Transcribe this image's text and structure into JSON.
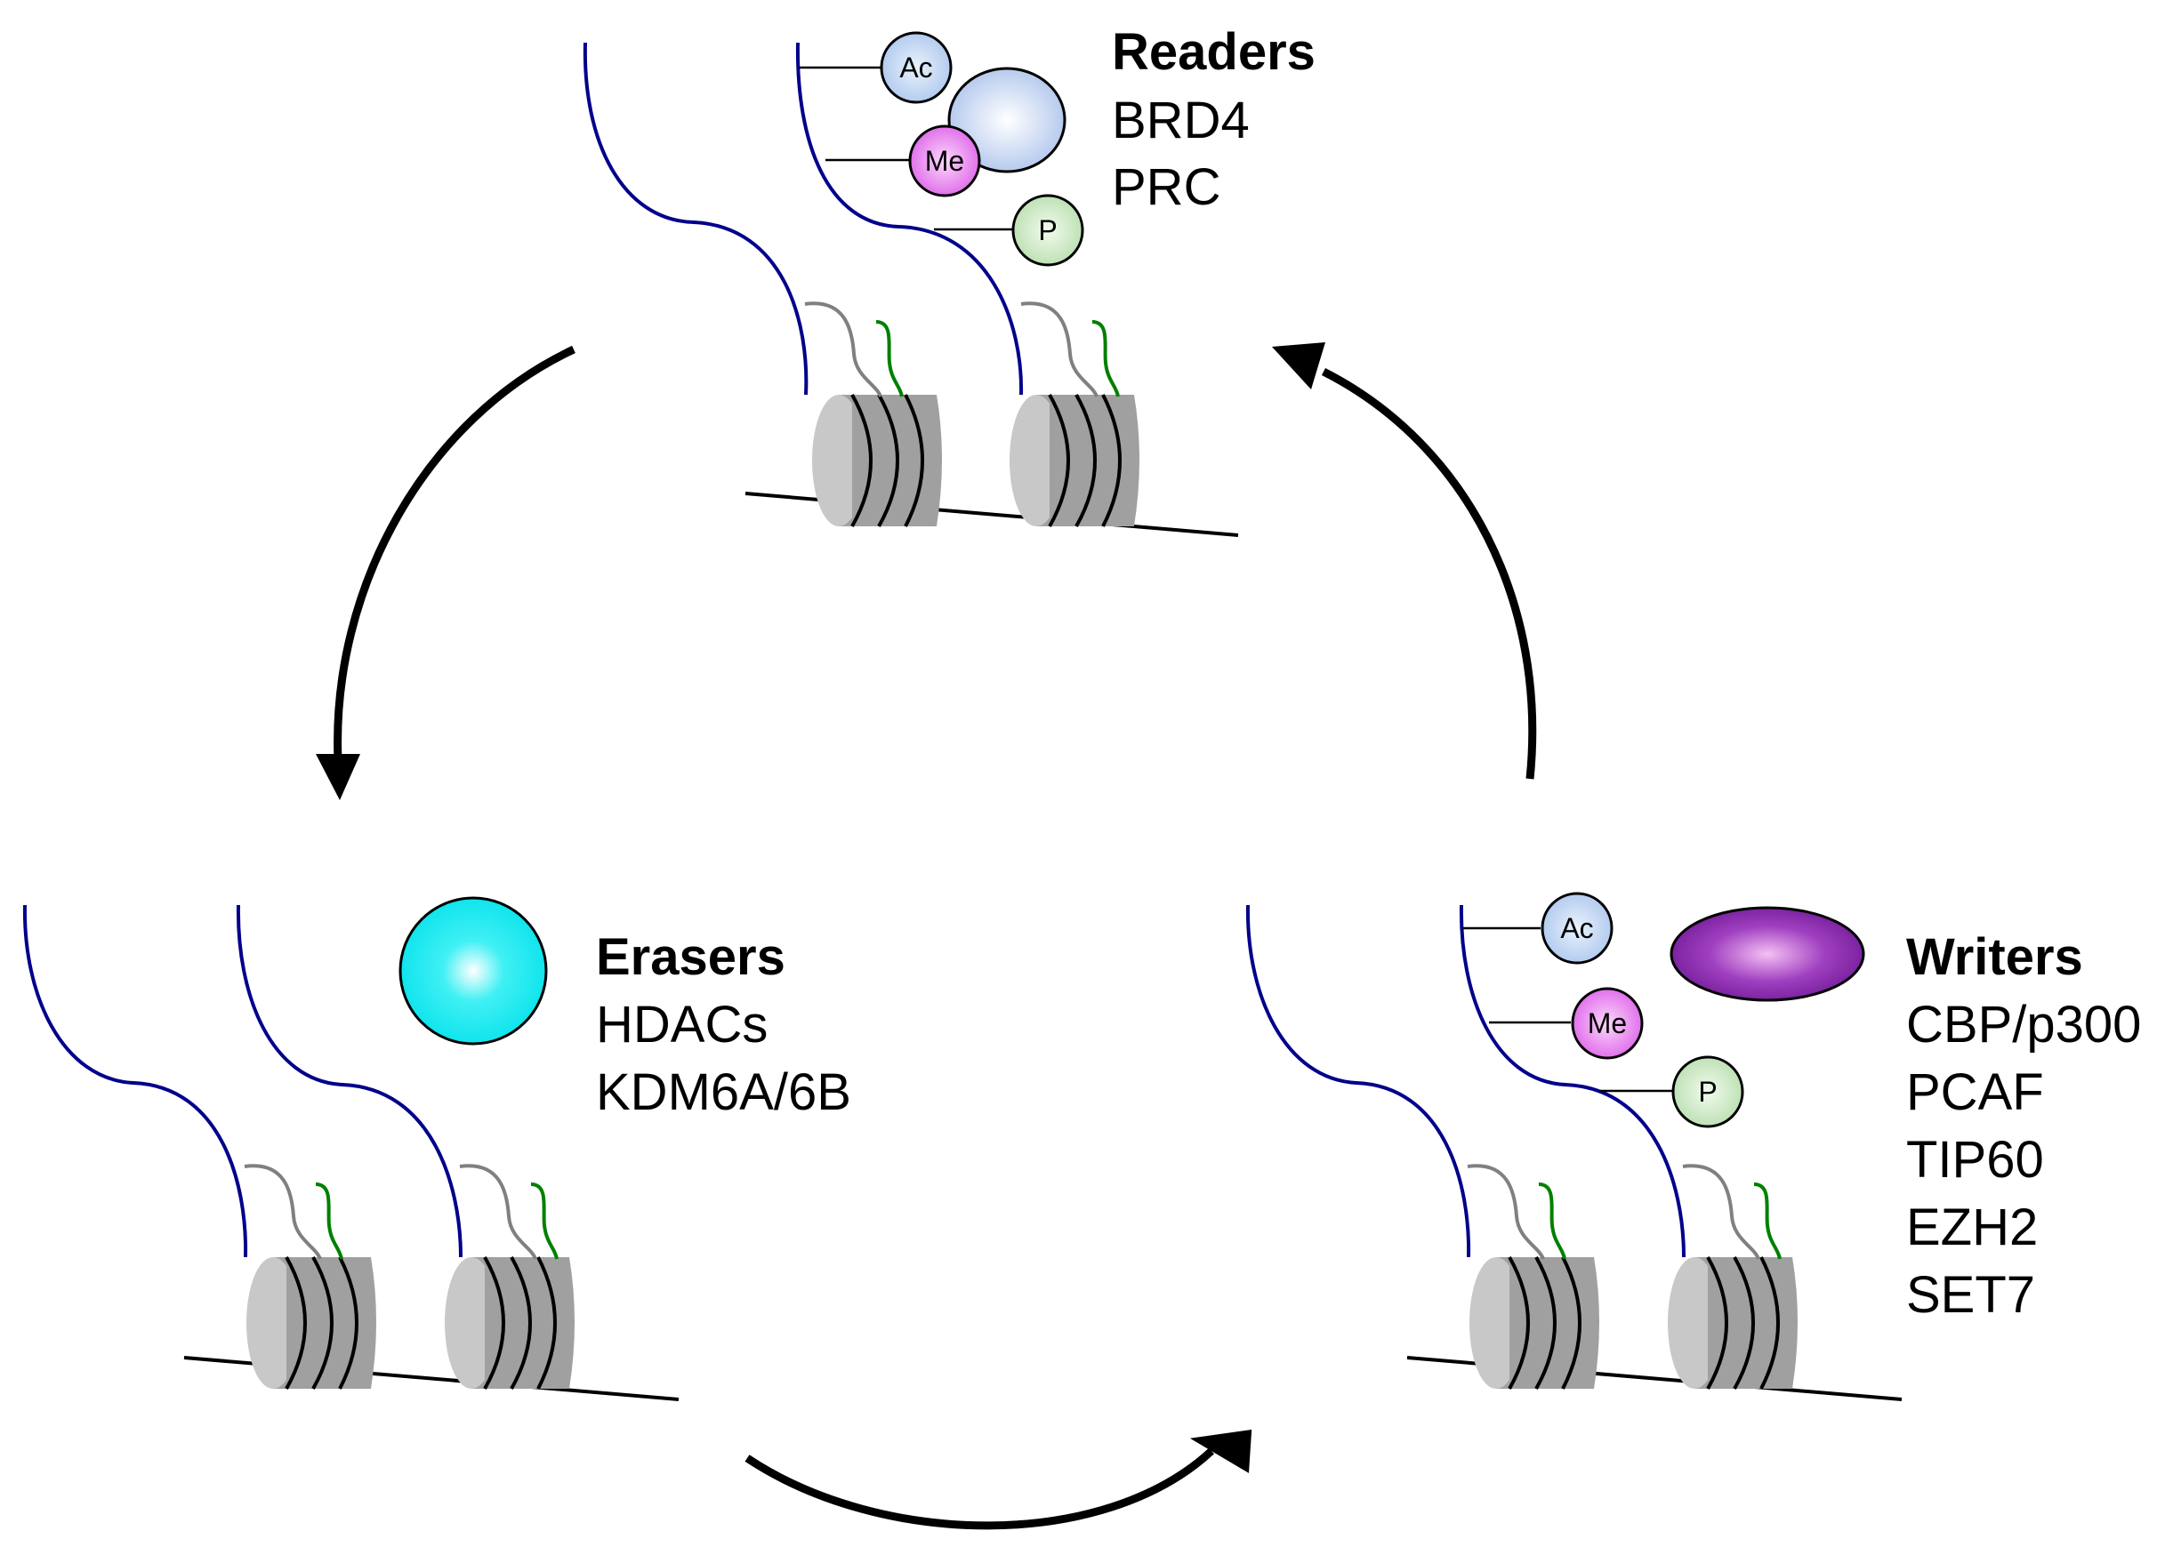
{
  "readers": {
    "heading": "Readers",
    "items": [
      "BRD4",
      "PRC"
    ]
  },
  "erasers": {
    "heading": "Erasers",
    "items": [
      "HDACs",
      "KDM6A/6B"
    ]
  },
  "writers": {
    "heading": "Writers",
    "items": [
      "CBP/p300",
      "PCAF",
      "TIP60",
      "EZH2",
      "SET7"
    ]
  },
  "marks": {
    "acetyl": "Ac",
    "methyl": "Me",
    "phospho": "P"
  },
  "colors": {
    "tail_blue": "#00008b",
    "tail_grey": "#808080",
    "tail_green": "#008000",
    "histone_light": "#c8c8c8",
    "histone_dark": "#a0a0a0",
    "acetyl": "#b8cfee",
    "methyl": "#e070e8",
    "phospho": "#c8e8c0",
    "reader_protein": "#b0c8ec",
    "eraser_protein": "#00e5ee",
    "writer_protein": "#8020a0"
  }
}
